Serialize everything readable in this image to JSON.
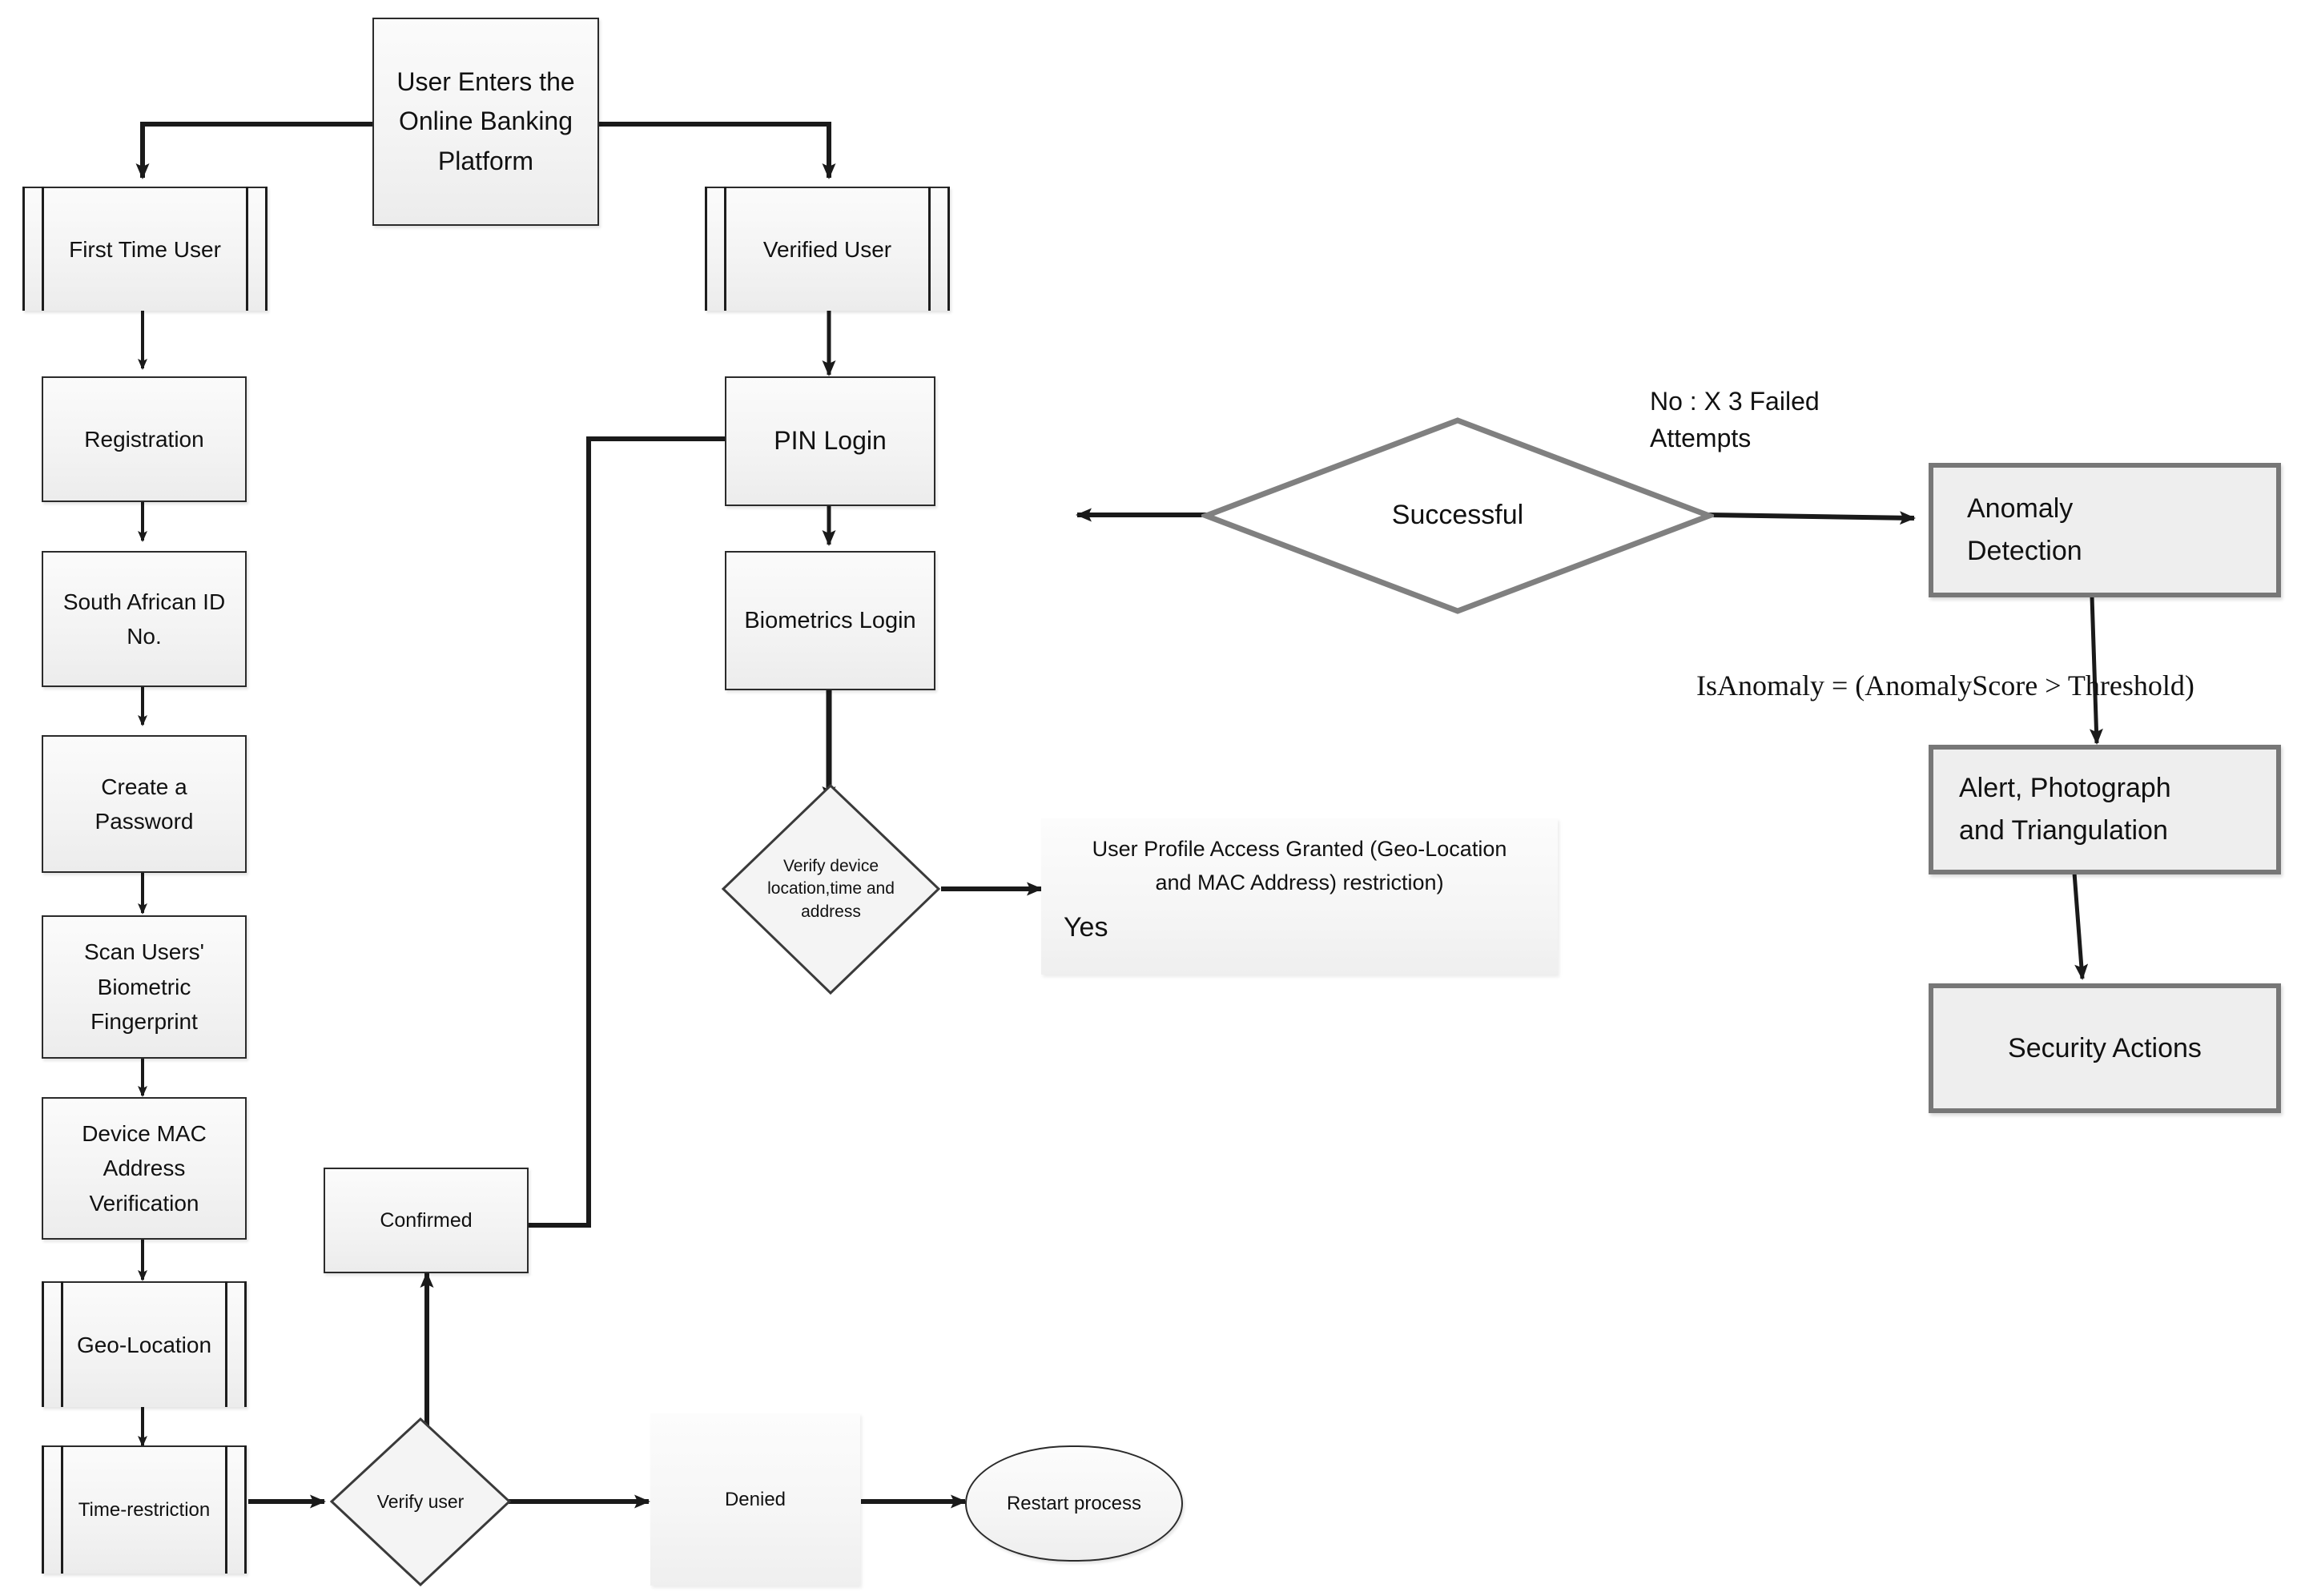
{
  "diagram": {
    "title": "Online Banking Authentication and Anomaly Detection Flowchart",
    "colors": {
      "node_fill": "#f2f2f2",
      "node_border": "#2b2b2b",
      "thick_border": "#777777",
      "edge": "#1a1a1a",
      "diamond_border": "#6e6e6e",
      "canvas": "#ffffff"
    }
  },
  "nodes": {
    "start": {
      "label": "User Enters the\nOnline Banking\nPlatform"
    },
    "first_time_user": {
      "label": "First Time User"
    },
    "registration": {
      "label": "Registration"
    },
    "sa_id": {
      "label": "South African ID\nNo."
    },
    "create_password": {
      "label": "Create a\nPassword"
    },
    "scan_biometric": {
      "label": "Scan Users'\nBiometric\nFingerprint"
    },
    "device_mac": {
      "label": "Device MAC\nAddress\nVerification"
    },
    "geo_location": {
      "label": "Geo-Location"
    },
    "time_restriction": {
      "label": "Time-restriction"
    },
    "verify_user": {
      "label": "Verify user"
    },
    "denied": {
      "label": "Denied"
    },
    "restart_process": {
      "label": "Restart process"
    },
    "confirmed": {
      "label": "Confirmed"
    },
    "verified_user": {
      "label": "Verified User"
    },
    "pin_login": {
      "label": "PIN Login"
    },
    "biometrics_login": {
      "label": "Biometrics Login"
    },
    "verify_device": {
      "label": "Verify device\nlocation,time and\naddress"
    },
    "access_granted": {
      "label": "User Profile Access Granted (Geo-Location\nand MAC Address) restriction)"
    },
    "access_granted_yes": {
      "label": "Yes"
    },
    "successful": {
      "label": "Successful"
    },
    "anomaly_detection": {
      "label": "Anomaly\nDetection"
    },
    "alert_photograph": {
      "label": "Alert, Photograph\nand Triangulation"
    },
    "security_actions": {
      "label": "Security Actions"
    }
  },
  "edge_labels": {
    "no_three_failed": "No : X 3 Failed\nAttempts",
    "anomaly_formula": "IsAnomaly = (AnomalyScore > Threshold)"
  }
}
